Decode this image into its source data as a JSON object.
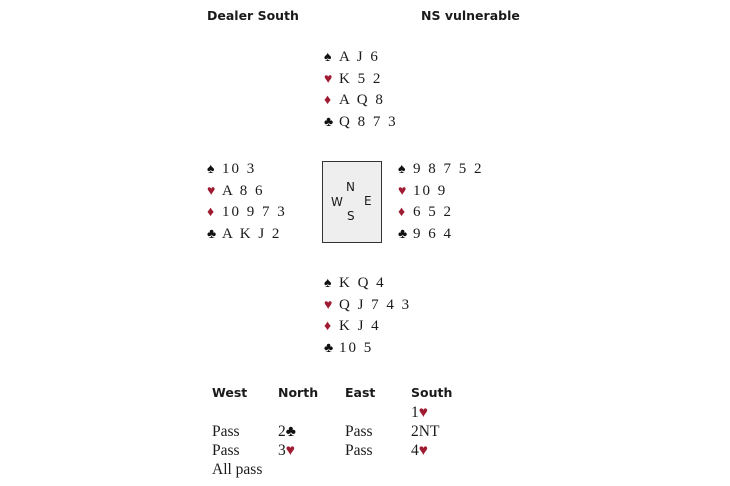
{
  "header": {
    "dealer": "Dealer South",
    "vulnerability": "NS vulnerable"
  },
  "suit_symbols": {
    "spades": "♠",
    "hearts": "♥",
    "diamonds": "♦",
    "clubs": "♣"
  },
  "colors": {
    "red": "#9e1b32",
    "black": "#111111"
  },
  "hands": {
    "north": {
      "spades": "A J 6",
      "hearts": "K 5 2",
      "diamonds": "A Q 8",
      "clubs": "Q 8 7 3"
    },
    "west": {
      "spades": "10 3",
      "hearts": "A 8 6",
      "diamonds": "10 9 7 3",
      "clubs": "A K J 2"
    },
    "east": {
      "spades": "9 8 7 5 2",
      "hearts": "10 9",
      "diamonds": "6 5 2",
      "clubs": "9 6 4"
    },
    "south": {
      "spades": "K Q 4",
      "hearts": "Q J 7 4 3",
      "diamonds": "K J 4",
      "clubs": "10 5"
    }
  },
  "compass": {
    "n": "N",
    "w": "W",
    "e": "E",
    "s": "S"
  },
  "auction": {
    "headers": [
      "West",
      "North",
      "East",
      "South"
    ],
    "west": [
      "",
      "Pass",
      "Pass",
      "All pass"
    ],
    "north": [
      {
        "text": "",
        "suit": ""
      },
      {
        "text": "2",
        "suit": "♣"
      },
      {
        "text": "3",
        "suit": "♥"
      }
    ],
    "east": [
      "",
      "Pass",
      "Pass"
    ],
    "south": [
      {
        "text": "1",
        "suit": "♥"
      },
      {
        "text": "2NT",
        "suit": ""
      },
      {
        "text": "4",
        "suit": "♥"
      }
    ]
  }
}
